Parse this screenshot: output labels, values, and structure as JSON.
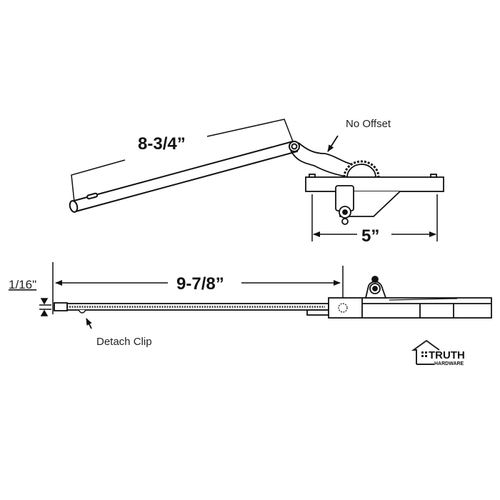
{
  "labels": {
    "arm_length": "8-3/4”",
    "offset_note": "No Offset",
    "base_width": "5”",
    "rod_length": "9-7/8”",
    "rod_thickness": "1/16\"",
    "clip_note": "Detach Clip"
  },
  "logo": {
    "name": "TRUTH",
    "sub": "HARDWARE"
  }
}
